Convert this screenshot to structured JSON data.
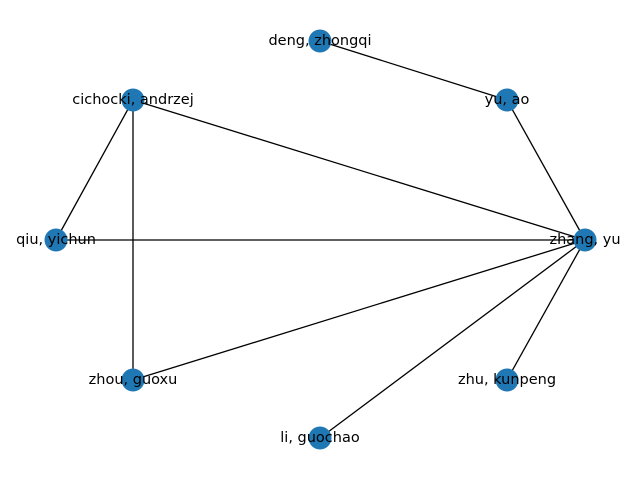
{
  "graph": {
    "node_color": "#1f77b4",
    "edge_color": "#000000",
    "nodes": [
      {
        "id": "deng",
        "label": "deng, zhongqi"
      },
      {
        "id": "yu_ao",
        "label": "yu, ao"
      },
      {
        "id": "cichocki",
        "label": "cichocki, andrzej"
      },
      {
        "id": "qiu",
        "label": "qiu, yichun"
      },
      {
        "id": "zhang",
        "label": "zhang, yu"
      },
      {
        "id": "zhou",
        "label": "zhou, guoxu"
      },
      {
        "id": "zhu",
        "label": "zhu, kunpeng"
      },
      {
        "id": "li",
        "label": "li, guochao"
      }
    ],
    "edges": [
      [
        "deng",
        "yu_ao"
      ],
      [
        "yu_ao",
        "zhang"
      ],
      [
        "cichocki",
        "zhang"
      ],
      [
        "cichocki",
        "qiu"
      ],
      [
        "cichocki",
        "zhou"
      ],
      [
        "qiu",
        "zhang"
      ],
      [
        "zhou",
        "zhang"
      ],
      [
        "li",
        "zhang"
      ],
      [
        "zhu",
        "zhang"
      ]
    ]
  }
}
